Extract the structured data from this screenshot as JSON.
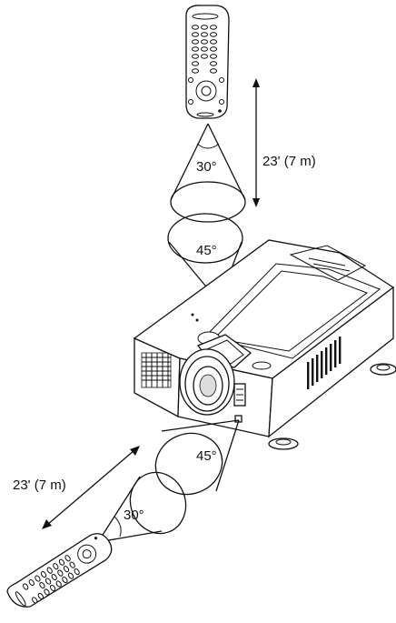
{
  "labels": {
    "top_distance": "23' (7 m)",
    "top_vertical_angle": "30°",
    "top_horizontal_angle": "45°",
    "front_horizontal_angle": "45°",
    "front_distance": "23' (7 m)",
    "front_vertical_angle": "30°"
  },
  "colors": {
    "line": "#111111",
    "background": "#ffffff"
  }
}
